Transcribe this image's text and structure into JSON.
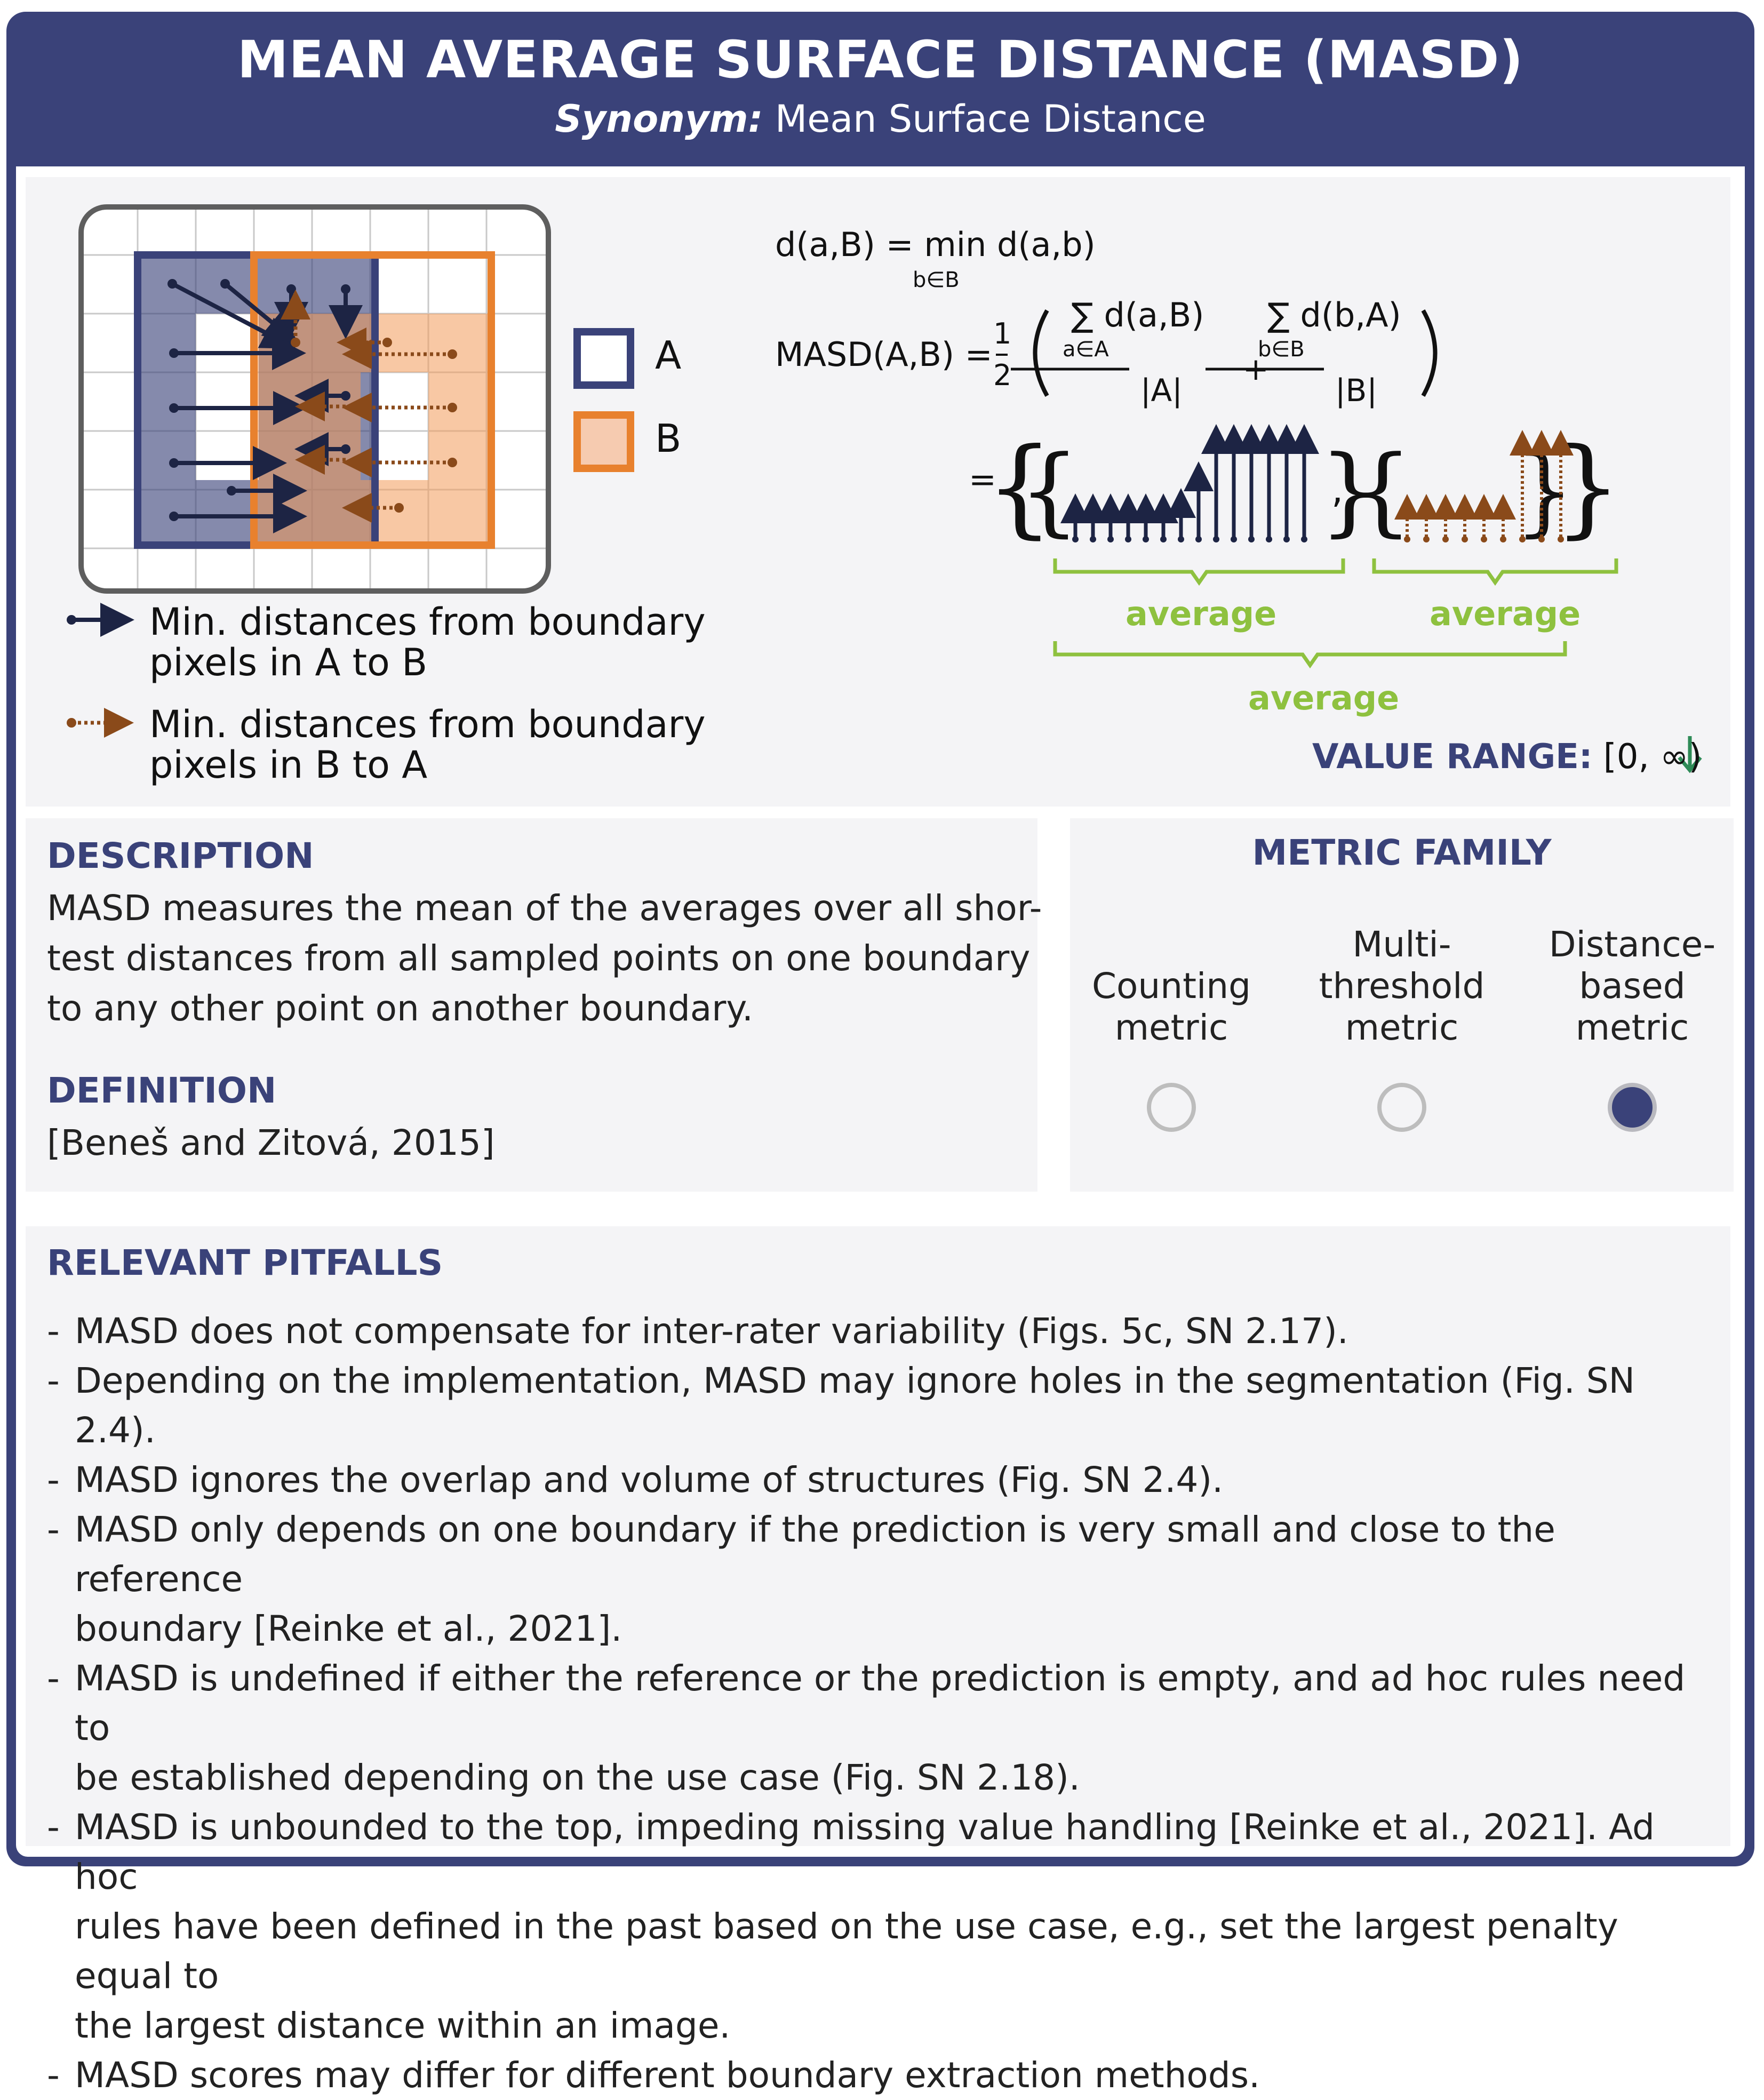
{
  "header": {
    "title": "MEAN AVERAGE SURFACE DISTANCE (MASD)",
    "synonym_label": "Synonym:",
    "synonym_value": "Mean Surface Distance"
  },
  "illustration": {
    "label_a": "A",
    "label_b": "B",
    "legend_a_to_b": [
      "Min. distances from boundary",
      "pixels in A to B"
    ],
    "legend_b_to_a": [
      "Min. distances from boundary",
      "pixels in B to A"
    ]
  },
  "formula": {
    "line1_lhs": "d(a,B) = min d(a,b)",
    "line1_sub": "b∈B",
    "masd_lhs": "MASD(A,B) =",
    "half_num": "1",
    "half_den": "2",
    "sum_a_num": "∑ d(a,B)",
    "sum_a_sub": "a∈A",
    "sum_a_den": "|A|",
    "plus": "+",
    "sum_b_num": "∑ d(b,A)",
    "sum_b_sub": "b∈B",
    "sum_b_den": "|B|",
    "equals": "=",
    "avg_left": "average",
    "avg_right": "average",
    "avg_total": "average"
  },
  "value_range": {
    "label": "VALUE RANGE:",
    "value": "[0, ∞)",
    "arrow_icon": "arrow-down-icon"
  },
  "description": {
    "title": "DESCRIPTION",
    "lines": [
      "MASD measures the mean of the averages over all shor-",
      "test distances from all sampled points on one boundary",
      "to any other point on another boundary."
    ]
  },
  "definition": {
    "title": "DEFINITION",
    "citation": "[Beneš and Zitová, 2015]"
  },
  "metric_family": {
    "title": "METRIC FAMILY",
    "options": [
      {
        "lines": [
          "Counting",
          "metric"
        ],
        "selected": false
      },
      {
        "lines": [
          "Multi-",
          "threshold",
          "metric"
        ],
        "selected": false
      },
      {
        "lines": [
          "Distance-",
          "based",
          "metric"
        ],
        "selected": true
      }
    ]
  },
  "pitfalls": {
    "title": "RELEVANT PITFALLS",
    "items": [
      [
        "MASD does not compensate for inter-rater variability (Figs. 5c, SN 2.17)."
      ],
      [
        "Depending on the implementation, MASD may ignore holes in the segmentation (Fig. SN 2.4)."
      ],
      [
        "MASD ignores the overlap and volume of structures (Fig. SN 2.4)."
      ],
      [
        "MASD only depends on one boundary if the prediction is very small and close to the reference",
        "boundary [Reinke et al., 2021]."
      ],
      [
        "MASD is undefined if either the reference or the prediction is empty, and ad hoc rules need to",
        "be established depending on the use case (Fig. SN 2.18)."
      ],
      [
        "MASD is unbounded to the top, impeding missing value handling [Reinke et al., 2021]. Ad hoc",
        "rules have been defined in the past based on the use case, e.g., set the largest penalty equal to",
        "the largest distance within an image."
      ],
      [
        "MASD scores may differ for different boundary extraction methods."
      ]
    ]
  },
  "colors": {
    "navy": "#3a4279",
    "orange": "#e8812e",
    "orange_fill": "#f5bd94",
    "arrow_dark": "#1d2444",
    "arrow_brown": "#8a4a1a",
    "green": "#8ec13f",
    "range_arrow": "#2e8b57"
  }
}
